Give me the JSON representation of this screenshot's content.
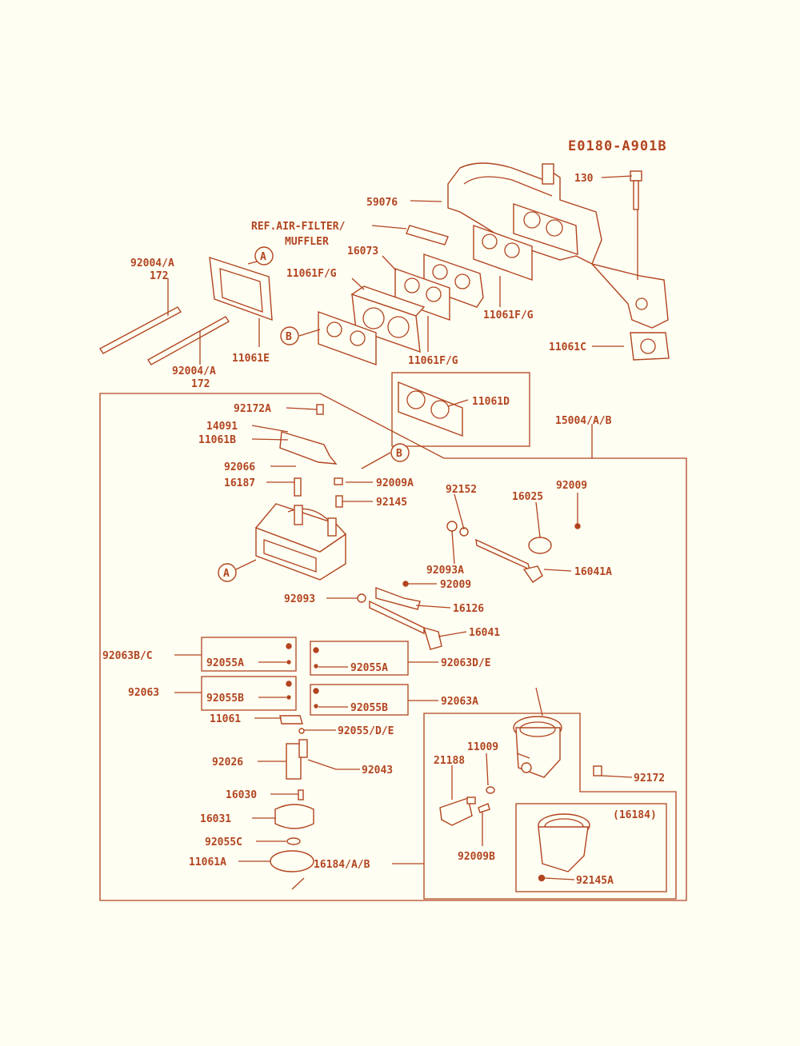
{
  "diagram_code": "E0180-A901B",
  "callouts": {
    "A": "A",
    "B": "B"
  },
  "labels": {
    "l130": "130",
    "l59076": "59076",
    "ref_air_filter": "REF.AIR-FILTER/",
    "muffler": "MUFFLER",
    "l16073": "16073",
    "l92004a_top": "92004/A",
    "l172_top": "172",
    "l11061fg_1": "11061F/G",
    "l11061fg_2": "11061F/G",
    "l11061fg_3": "11061F/G",
    "l11061e": "11061E",
    "l92004a_bot": "92004/A",
    "l172_bot": "172",
    "l11061c": "11061C",
    "l11061d": "11061D",
    "l15004ab": "15004/A/B",
    "l92172a": "92172A",
    "l14091": "14091",
    "l11061b": "11061B",
    "l92066": "92066",
    "l16187": "16187",
    "l92009a": "92009A",
    "l92145": "92145",
    "l92152": "92152",
    "l16025": "16025",
    "l92009_r": "92009",
    "l16041a": "16041A",
    "l92093a": "92093A",
    "l92009_m": "92009",
    "l92093": "92093",
    "l16126": "16126",
    "l16041": "16041",
    "l92063bc": "92063B/C",
    "l92055a_1": "92055A",
    "l92055a_2": "92055A",
    "l92063de": "92063D/E",
    "l92063": "92063",
    "l92055b_1": "92055B",
    "l92055b_2": "92055B",
    "l92063a": "92063A",
    "l11061": "11061",
    "l92055de": "92055/D/E",
    "l11009": "11009",
    "l21188": "21188",
    "l92026": "92026",
    "l92043": "92043",
    "l92172": "92172",
    "l16030": "16030",
    "l16184_paren": "(16184)",
    "l16031": "16031",
    "l92055c": "92055C",
    "l92009b": "92009B",
    "l11061a": "11061A",
    "l16184ab": "16184/A/B",
    "l92145a": "92145A"
  }
}
